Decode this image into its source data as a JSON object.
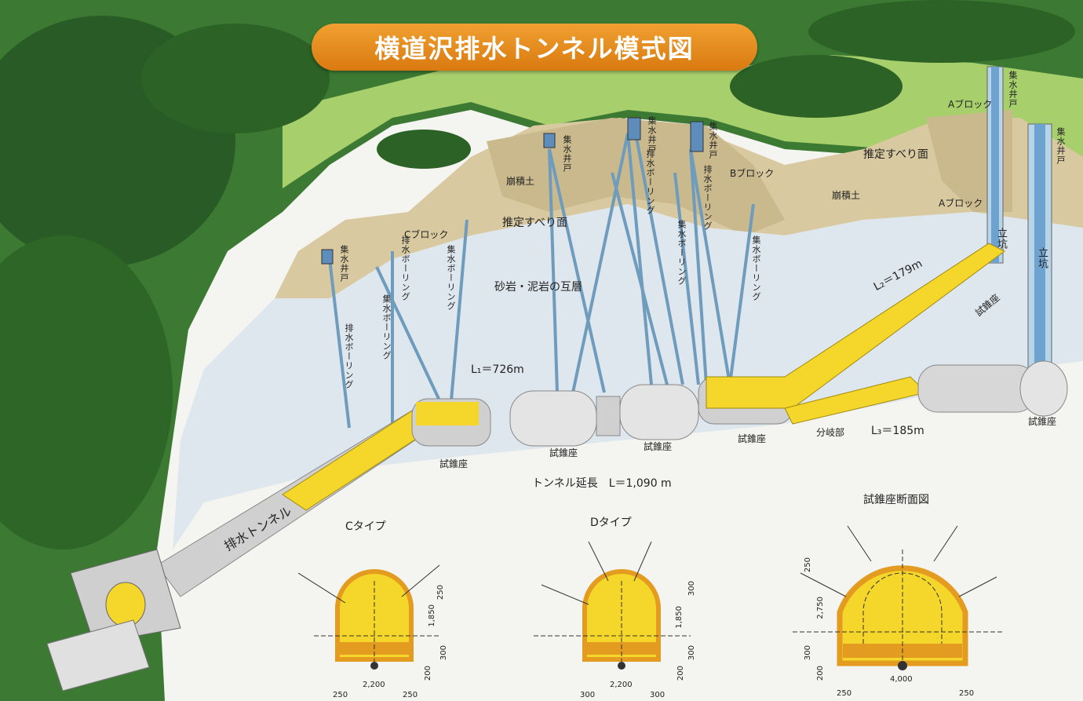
{
  "title": "横道沢排水トンネル模式図",
  "labels": {
    "syusui_ido": "集水井戸",
    "haisui_boring": "排水ボーリング",
    "syusui_boring": "集水ボーリング",
    "c_block": "Cブロック",
    "b_block": "Bブロック",
    "a_block": "Aブロック",
    "houkaido": "崩積土",
    "suitei_suberi": "推定すべり面",
    "sagan": "砂岩・泥岩の互層",
    "tatekou": "立坑",
    "shisuiza": "試錐座",
    "bunkibu": "分岐部",
    "haisui_tunnel": "排水トンネル",
    "L1": "L₁＝726m",
    "L2": "L₂＝179m",
    "L3": "L₃＝185m",
    "tunnel_length": "トンネル延長　L＝1,090 m"
  },
  "sections": {
    "c_type": {
      "title": "Cタイプ",
      "dims": [
        "250",
        "1,850",
        "300",
        "200",
        "2,200",
        "250",
        "250"
      ]
    },
    "d_type": {
      "title": "Dタイプ",
      "dims": [
        "300",
        "1,850",
        "300",
        "200",
        "2,200",
        "300",
        "300"
      ]
    },
    "shisuiza": {
      "title": "試錐座断面図",
      "dims": [
        "250",
        "2,750",
        "300",
        "200",
        "4,000",
        "250",
        "250"
      ]
    }
  },
  "colors": {
    "title_bg": "#e38a1c",
    "forest": "#2f6a2c",
    "grass": "#9cc864",
    "soil": "#d8c8a0",
    "rock": "#dfe7ee",
    "tunnel_lining": "#f5d62a",
    "tunnel_shell": "#d0d0d0",
    "pipe": "#7aa6c6"
  }
}
